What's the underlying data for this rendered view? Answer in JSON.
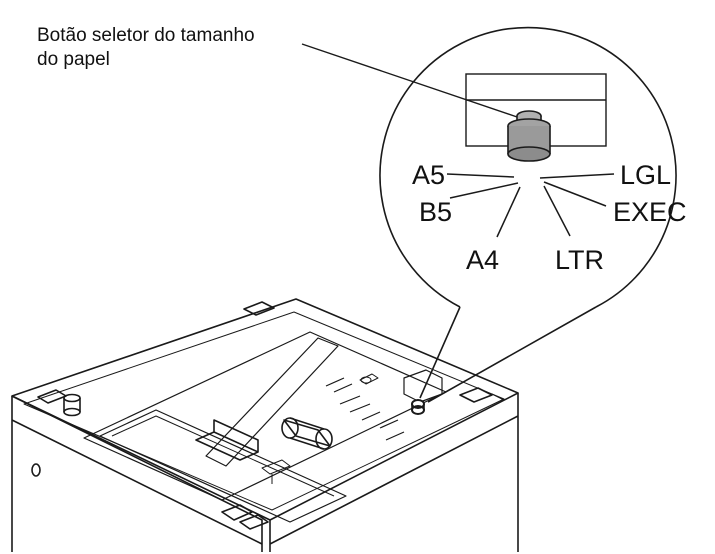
{
  "figure": {
    "caption_line_1": "Botão seletor do tamanho",
    "caption_line_2": "do papel",
    "size_labels": {
      "a5": "A5",
      "b5": "B5",
      "a4": "A4",
      "ltr": "LTR",
      "exec": "EXEC",
      "lgl": "LGL"
    },
    "colors": {
      "line": "#1a1a1a",
      "knob": "#9a9a9a",
      "background": "#ffffff"
    }
  }
}
